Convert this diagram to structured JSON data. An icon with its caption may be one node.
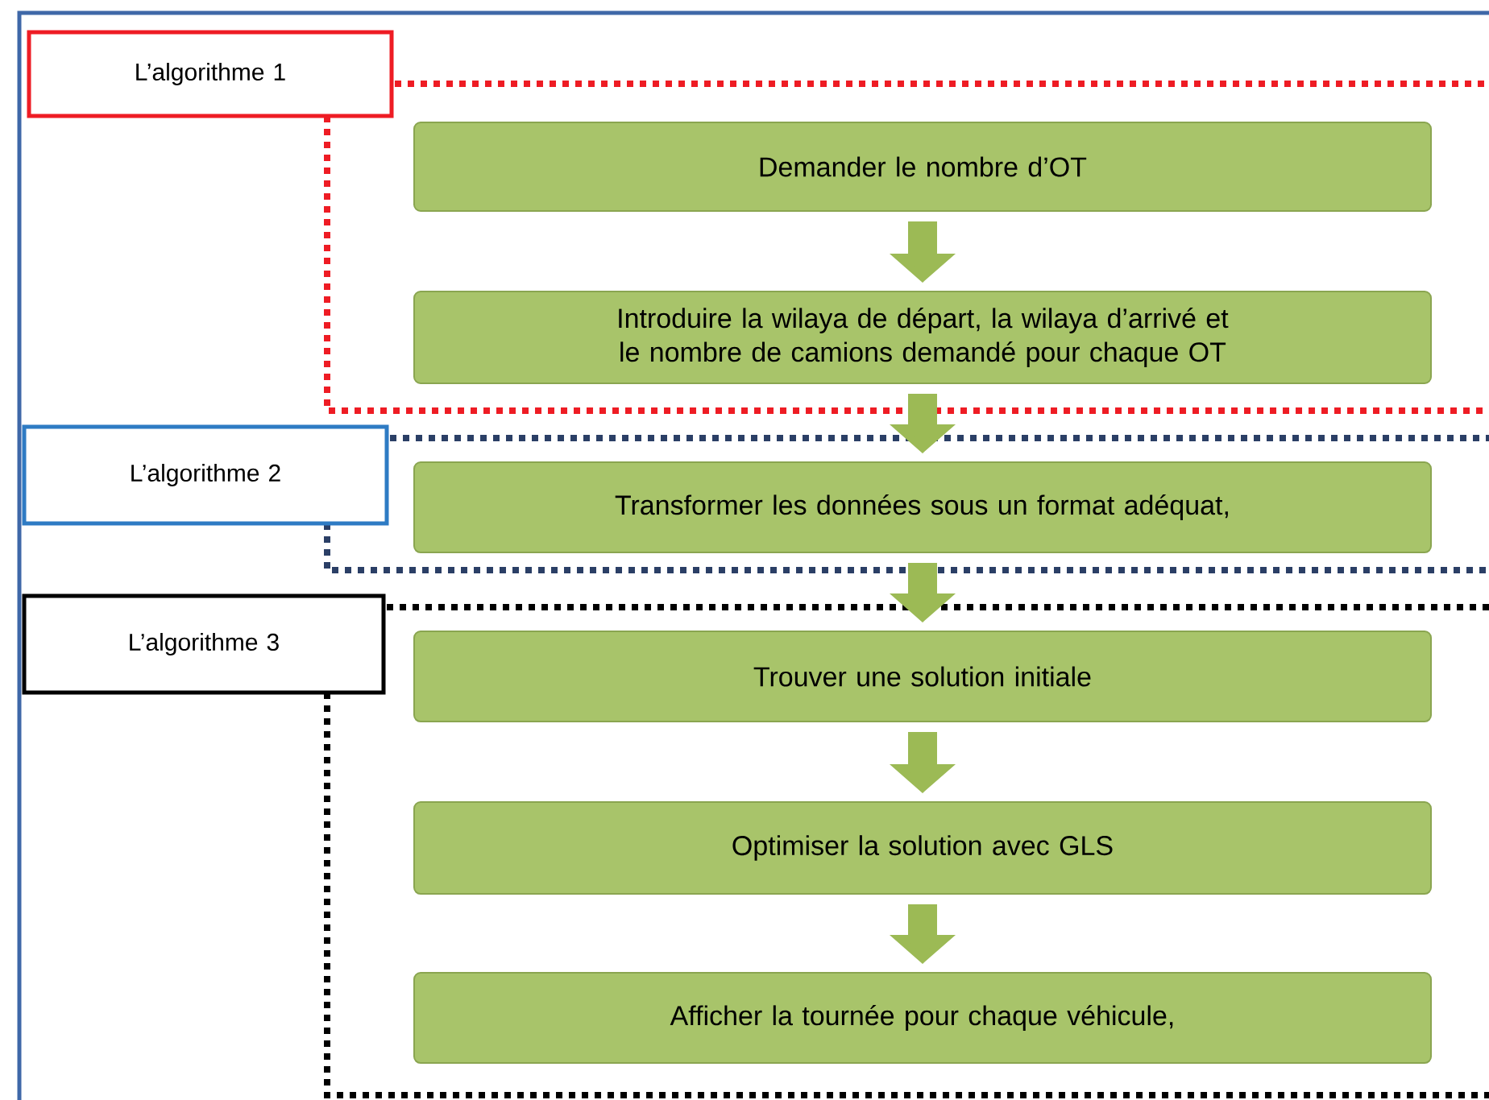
{
  "diagram": {
    "nodes": [
      {
        "text": [
          "L’algorithme 1"
        ]
      },
      {
        "text": [
          "Demander le nombre d’OT"
        ]
      },
      {
        "text": [
          "Introduire la wilaya de départ, la wilaya d’arrivé et le nombre de camions demandé pour chaque OT"
        ]
      },
      {
        "text": [
          "L’algorithme 2"
        ]
      },
      {
        "text": [
          "Transformer les données sous un format adéquat,"
        ]
      },
      {
        "text": [
          "L’algorithme 3"
        ]
      },
      {
        "text": [
          "Trouver une solution initiale"
        ]
      },
      {
        "text": [
          "Optimiser la solution avec GLS"
        ]
      },
      {
        "text": [
          "Afficher la tournée pour chaque véhicule,"
        ]
      }
    ],
    "edges": [
      {
        "from": 1,
        "to": 2,
        "arrow": "to"
      },
      {
        "from": 2,
        "to": 4,
        "arrow": "to"
      },
      {
        "from": 4,
        "to": 6,
        "arrow": "to"
      },
      {
        "from": 6,
        "to": 7,
        "arrow": "to"
      },
      {
        "from": 7,
        "to": 8,
        "arrow": "to"
      }
    ]
  }
}
